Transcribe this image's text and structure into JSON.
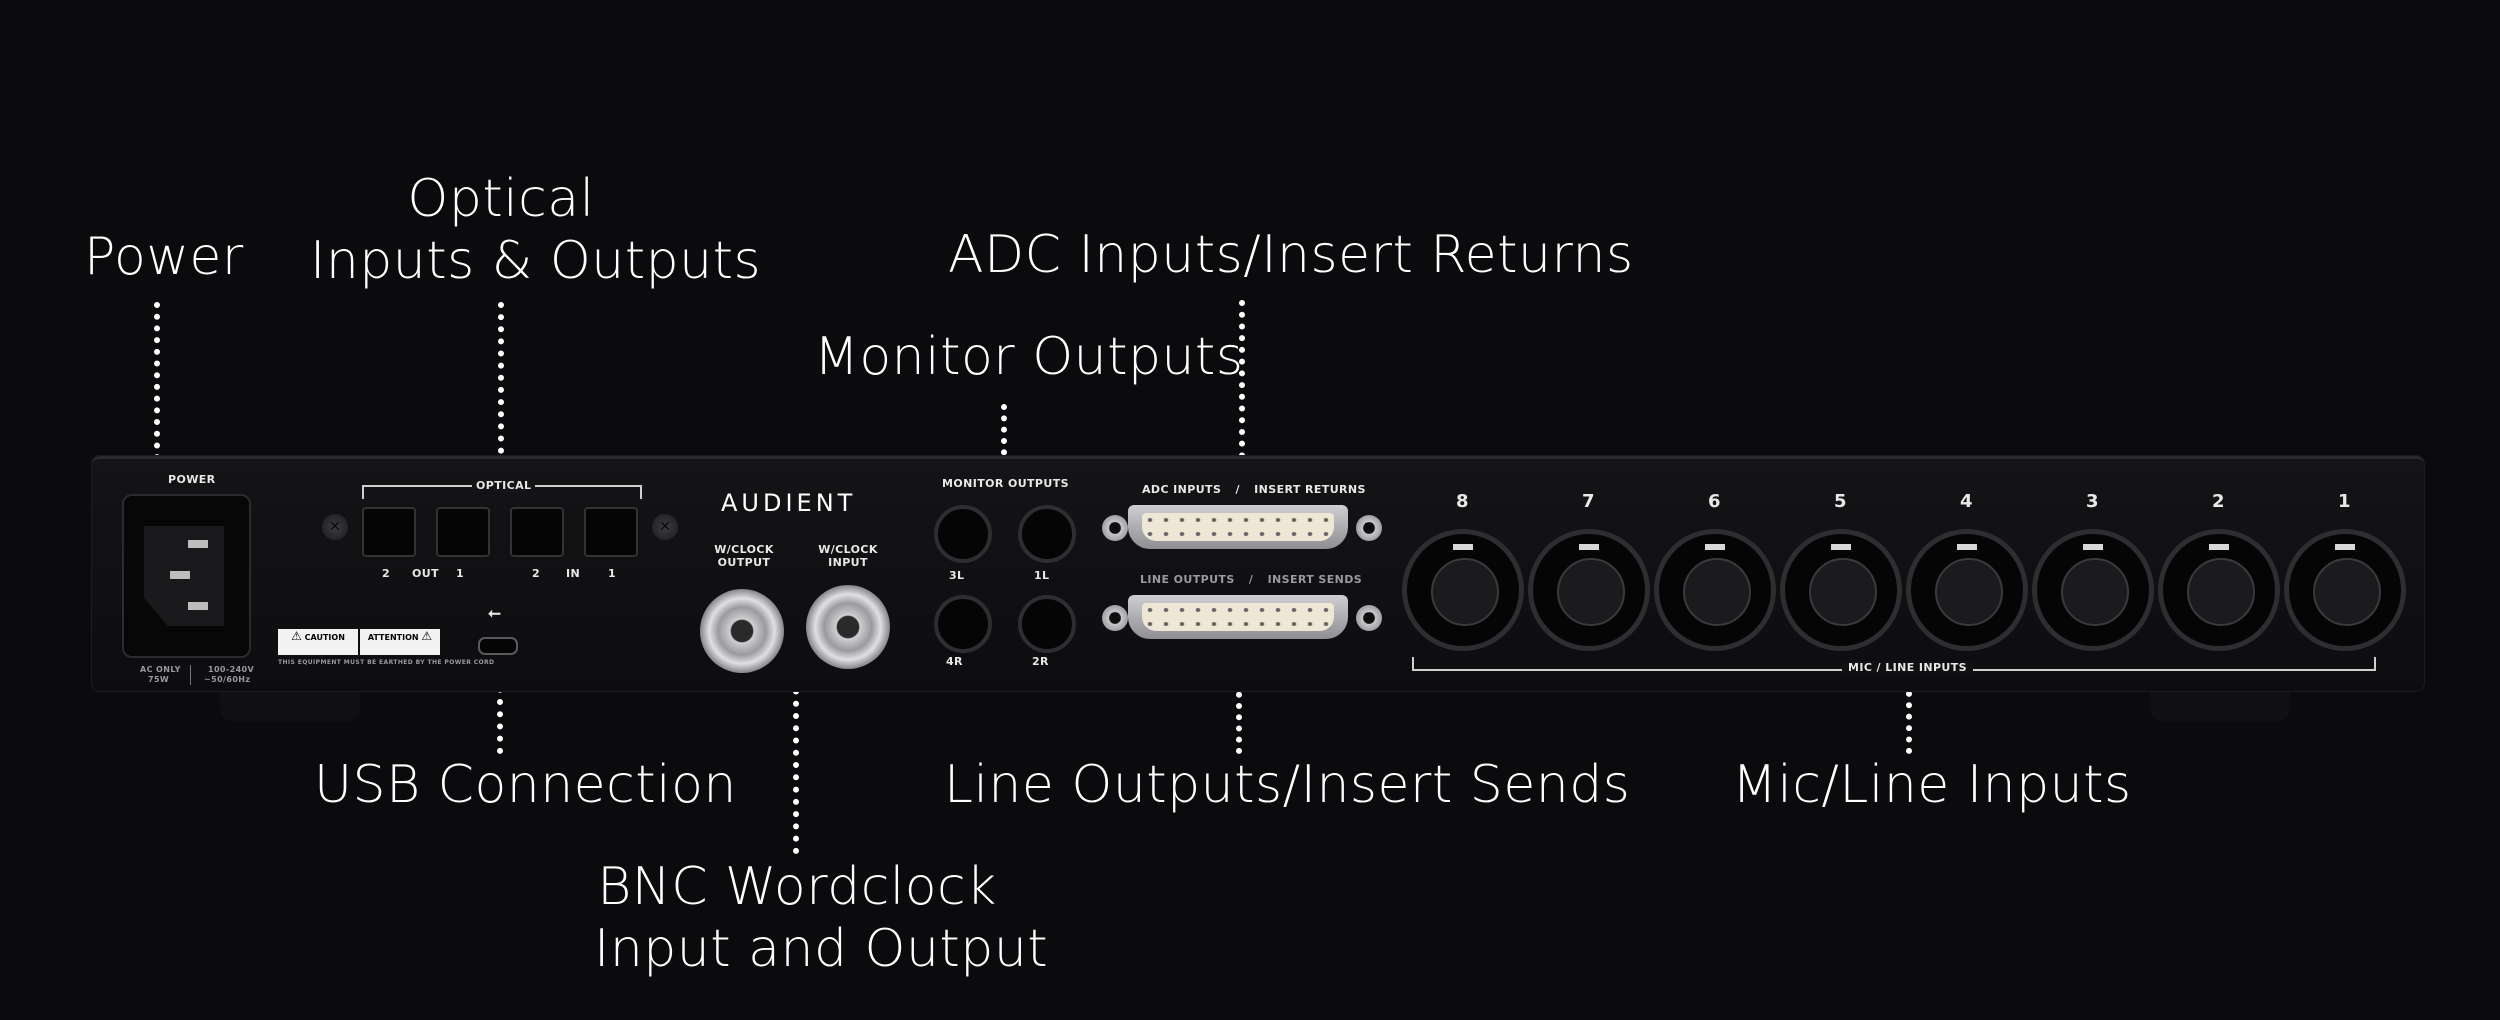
{
  "callouts": {
    "power": "Power",
    "optical_line1": "Optical",
    "optical_line2": "Inputs & Outputs",
    "adc": "ADC Inputs/Insert Returns",
    "monitor": "Monitor Outputs",
    "usb": "USB Connection",
    "line_outputs": "Line Outputs/Insert Sends",
    "mic_line": "Mic/Line Inputs",
    "bnc_line1": "BNC Wordclock",
    "bnc_line2": "Input and Output"
  },
  "panel": {
    "power_label": "POWER",
    "ac_only": "AC ONLY",
    "watts": "75W",
    "voltage": "100-240V",
    "frequency": "~50/60Hz",
    "optical_label": "OPTICAL",
    "optical_ports": [
      "2",
      "OUT",
      "1",
      "2",
      "IN",
      "1"
    ],
    "caution": "CAUTION",
    "attention": "ATTENTION",
    "earth_notice": "THIS EQUIPMENT MUST BE EARTHED BY THE POWER CORD",
    "usb_icon": "usb-icon",
    "brand": "AUDIENT",
    "wclock_output": "W/CLOCK OUTPUT",
    "wclock_input": "W/CLOCK INPUT",
    "monitor_outputs": "MONITOR OUTPUTS",
    "monitor_jacks": [
      "3L",
      "1L",
      "4R",
      "2R"
    ],
    "adc_inputs": "ADC INPUTS",
    "insert_returns": "INSERT RETURNS",
    "line_outputs": "LINE OUTPUTS",
    "insert_sends": "INSERT SENDS",
    "slash": "/",
    "mic_channels": [
      "8",
      "7",
      "6",
      "5",
      "4",
      "3",
      "2",
      "1"
    ],
    "mic_line_inputs": "MIC / LINE INPUTS"
  }
}
